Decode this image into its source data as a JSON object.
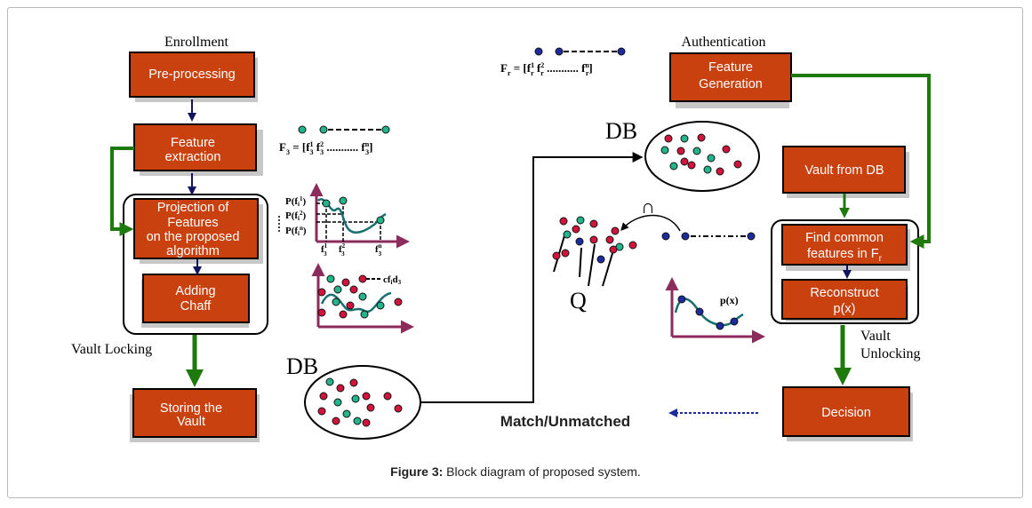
{
  "boxes": {
    "preprocessing": "Pre-processing",
    "feature_extraction": [
      "Feature",
      "extraction"
    ],
    "projection": [
      "Projection of",
      "Features",
      "on the proposed",
      "algorithm"
    ],
    "adding_chaff": [
      "Adding",
      "Chaff"
    ],
    "storing_vault": [
      "Storing the",
      "Vault"
    ],
    "feature_generation": [
      "Feature",
      "Generation"
    ],
    "vault_from_db": "Vault from DB",
    "find_common": [
      "Find common",
      "features in F"
    ],
    "find_common_sub": "r",
    "reconstruct": [
      "Reconstruct",
      "p(x)"
    ],
    "decision": "Decision"
  },
  "labels": {
    "enrollment": "Enrollment",
    "authentication": "Authentication",
    "vault_locking": "Vault  Locking",
    "vault_unlocking": [
      "Vault",
      "Unlocking"
    ],
    "db_top": "DB",
    "db_bottom": "DB",
    "q": "Q",
    "intersection": "∩",
    "match": "Match/Unmatched"
  },
  "formulas": {
    "f3": {
      "lhs": "F",
      "lhs_sub": "3",
      "eq": " = [f",
      "t1_sub": "3",
      "t1_sup": "1",
      "t2": " f",
      "t2_sub": "3",
      "t2_sup": "2",
      "dots": " ........... f",
      "tn_sub": "3",
      "tn_sup": "n",
      "close": "]"
    },
    "fr": {
      "lhs": "F",
      "lhs_sub": "r",
      "eq": " = [f",
      "t1_sub": "r",
      "t1_sup": "1",
      "t2": "  f",
      "t2_sub": "r",
      "t2_sup": "2",
      "dots": " ........... f",
      "tn_sub": "r",
      "tn_sup": "n",
      "close": "]"
    }
  },
  "plot1": {
    "y_labels": [
      {
        "p": "P(f",
        "sub": "i",
        "sup": "1",
        "close": ")"
      },
      {
        "p": "P(f",
        "sub": "i",
        "sup": "2",
        "close": ")"
      },
      {
        "p": "P(f",
        "sub": "i",
        "sup": "n",
        "close": ")"
      }
    ],
    "x_labels": [
      {
        "f": "f",
        "sub": "3",
        "sup": "1"
      },
      {
        "f": "f",
        "sub": "3",
        "sup": "2"
      },
      {
        "f": "f",
        "sub": "3",
        "sup": "n"
      }
    ]
  },
  "plot2": {
    "label": "cf",
    "label_sub1": "i",
    "label_mid": "d",
    "label_sub2": "3"
  },
  "plot3": {
    "label": "p(x)"
  },
  "caption": {
    "bold": "Figure 3:",
    "text": " Block diagram of proposed system."
  },
  "colors": {
    "box": "#c8410e",
    "green": "#1e7a0c",
    "navy": "#14145e",
    "plum": "#8b2c5c",
    "teal": "#1a7070",
    "dot_red": "#d2143c",
    "dot_teal": "#23b48c",
    "dot_blue": "#1c2ca0"
  }
}
